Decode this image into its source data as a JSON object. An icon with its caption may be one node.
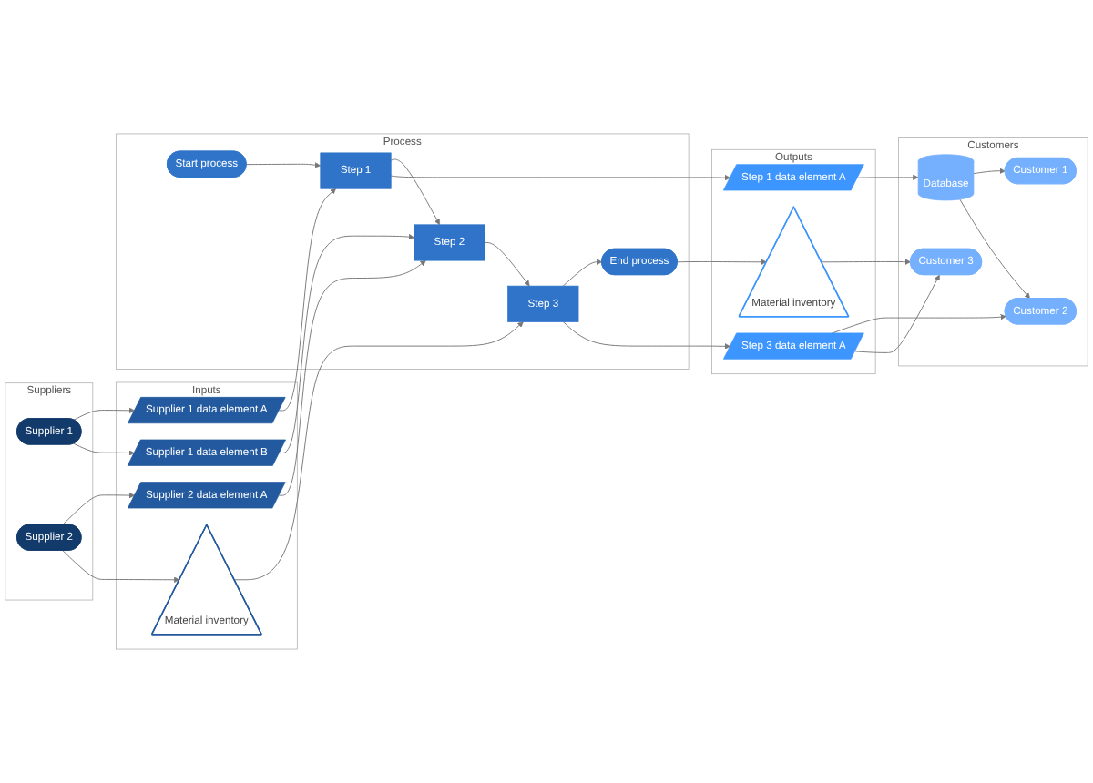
{
  "diagram": {
    "nodes": [
      {
        "text": [
          "Suppliers"
        ]
      },
      {
        "text": [
          "Supplier 1"
        ],
        "in": 0
      },
      {
        "text": [
          "Supplier 2"
        ],
        "in": 0
      },
      {
        "text": [
          "Inputs"
        ]
      },
      {
        "text": [
          "Supplier 1 data element A"
        ],
        "in": 3
      },
      {
        "text": [
          "Supplier 1 data element B"
        ],
        "in": 3
      },
      {
        "text": [
          "Supplier 2 data element A"
        ],
        "in": 3
      },
      {
        "text": [
          "Material inventory"
        ],
        "in": 3
      },
      {
        "text": [
          "Process"
        ]
      },
      {
        "text": [
          "Start process"
        ],
        "in": 8
      },
      {
        "text": [
          "Step 1"
        ],
        "in": 8
      },
      {
        "text": [
          "Step 2"
        ],
        "in": 8
      },
      {
        "text": [
          "Step 3"
        ],
        "in": 8
      },
      {
        "text": [
          "End process"
        ],
        "in": 8
      },
      {
        "text": [
          "Outputs"
        ]
      },
      {
        "text": [
          "Step 1 data element A"
        ],
        "in": 14
      },
      {
        "text": [
          "Step 3 data element A"
        ],
        "in": 14
      },
      {
        "text": [
          "Material inventory"
        ],
        "in": 14
      },
      {
        "text": [
          "Customers"
        ]
      },
      {
        "text": [
          "Customer 1"
        ],
        "in": 18
      },
      {
        "text": [
          "Database"
        ],
        "in": 18
      },
      {
        "text": [
          "Customer 2"
        ],
        "in": 18
      },
      {
        "text": [
          "Customer 3"
        ],
        "in": 18
      }
    ],
    "edges": [
      {
        "from": 1,
        "to": 4,
        "arrow": "to"
      },
      {
        "from": 1,
        "to": 5,
        "arrow": "to"
      },
      {
        "from": 2,
        "to": 6,
        "arrow": "to"
      },
      {
        "from": 2,
        "to": 7,
        "arrow": "to"
      },
      {
        "from": 4,
        "to": 10,
        "arrow": "to"
      },
      {
        "from": 5,
        "to": 11,
        "arrow": "to"
      },
      {
        "from": 6,
        "to": 11,
        "arrow": "to"
      },
      {
        "from": 7,
        "to": 12,
        "arrow": "to"
      },
      {
        "from": 9,
        "to": 10,
        "arrow": "to"
      },
      {
        "from": 10,
        "to": 11,
        "arrow": "to"
      },
      {
        "from": 11,
        "to": 12,
        "arrow": "to"
      },
      {
        "from": 12,
        "to": 13,
        "arrow": "to"
      },
      {
        "from": 10,
        "to": 15,
        "arrow": "to"
      },
      {
        "from": 12,
        "to": 16,
        "arrow": "to"
      },
      {
        "from": 13,
        "to": 17,
        "arrow": "to"
      },
      {
        "from": 15,
        "to": 20,
        "arrow": "to"
      },
      {
        "from": 20,
        "to": 19,
        "arrow": "to"
      },
      {
        "from": 20,
        "to": 21,
        "arrow": "to"
      },
      {
        "from": 16,
        "to": 21,
        "arrow": "to"
      },
      {
        "from": 16,
        "to": 22,
        "arrow": "to"
      },
      {
        "from": 17,
        "to": 22,
        "arrow": "to"
      }
    ]
  }
}
